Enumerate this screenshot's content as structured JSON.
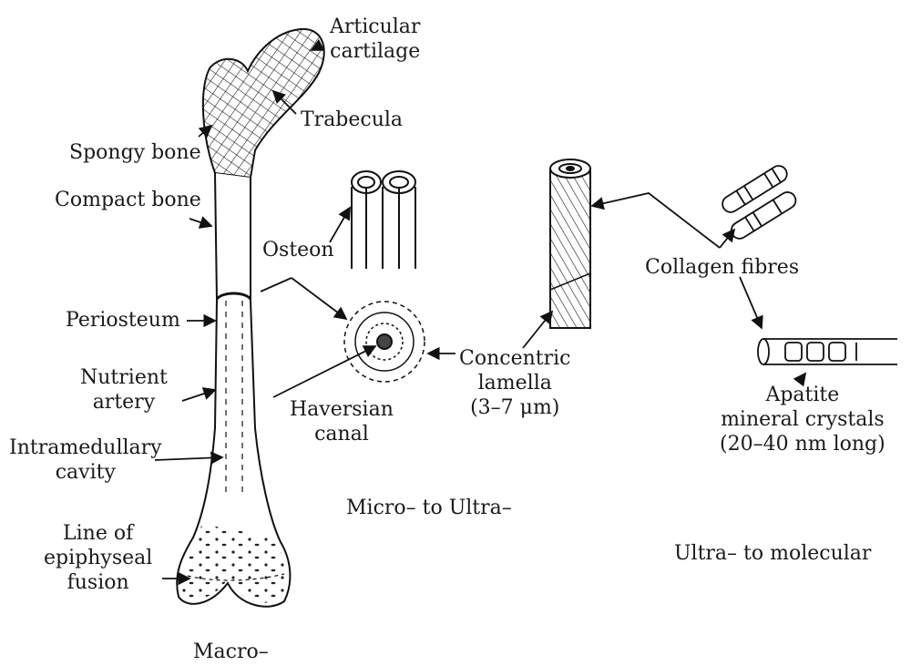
{
  "labels": {
    "articular_cartilage": [
      "Articular",
      "cartilage"
    ],
    "trabecula": "Trabecula",
    "spongy_bone": "Spongy bone",
    "compact_bone": "Compact bone",
    "osteon": "Osteon",
    "periosteum": "Periosteum",
    "nutrient_artery": [
      "Nutrient",
      "artery"
    ],
    "intramedullary_cavity": [
      "Intramedullary",
      "cavity"
    ],
    "line_of_epiphyseal_fusion": [
      "Line of",
      "epiphyseal",
      "fusion"
    ],
    "haversian_canal": [
      "Haversian",
      "canal"
    ],
    "concentric_lamella": [
      "Concentric",
      "lamella",
      "(3–7 μm)"
    ],
    "collagen_fibres": "Collagen fibres",
    "apatite_crystals": [
      "Apatite",
      "mineral crystals",
      "(20–40 nm long)"
    ]
  },
  "scales": {
    "macro": "Macro–",
    "micro_ultra": "Micro– to Ultra–",
    "ultra_molecular": "Ultra– to molecular"
  }
}
